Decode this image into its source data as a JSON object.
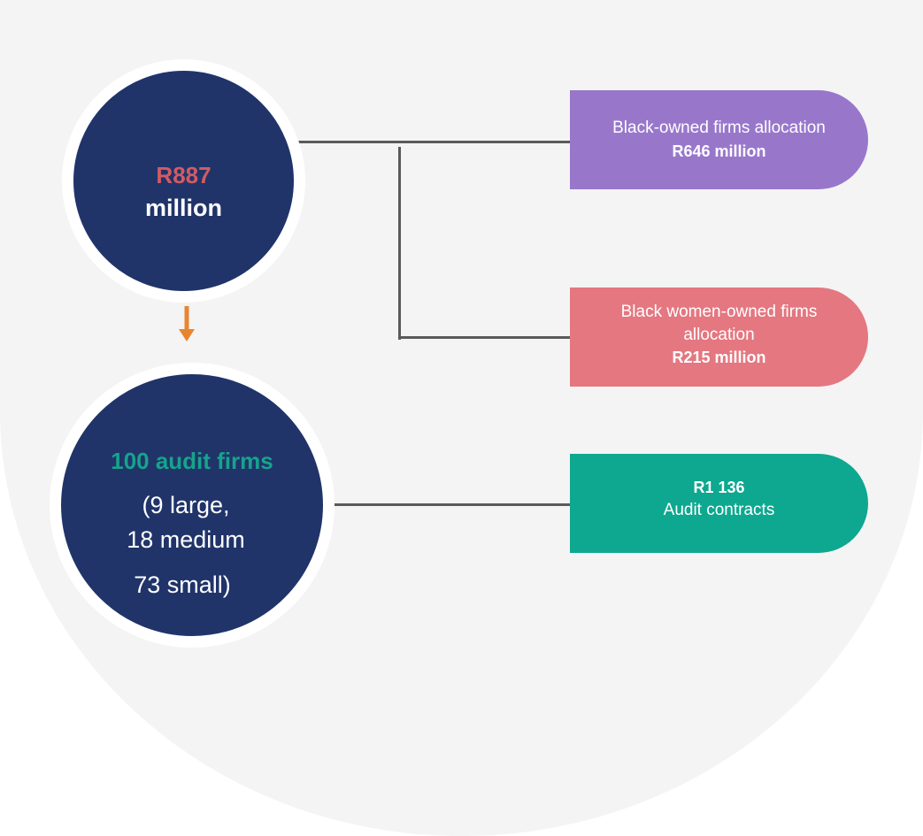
{
  "source": {
    "amount": "R887",
    "unit": "million"
  },
  "firms": {
    "title": "100 audit firms",
    "line1": "(9 large,",
    "line2": "18 medium",
    "line3": "73 small)"
  },
  "allocations": [
    {
      "label": "Black-owned firms allocation",
      "value": "R646 million"
    },
    {
      "label_line1": "Black women-owned firms",
      "label_line2": "allocation",
      "value": "R215 million"
    },
    {
      "value": "R1 136",
      "label": "Audit contracts"
    }
  ],
  "colors": {
    "circle": "#20346a",
    "amount": "#d35b63",
    "firms_title": "#17a38b",
    "arrow": "#e8862f",
    "pill_black_owned": "#9877cb",
    "pill_women_owned": "#e47780",
    "pill_contracts": "#0da88f"
  },
  "icons": [
    "arrow-down-icon"
  ]
}
